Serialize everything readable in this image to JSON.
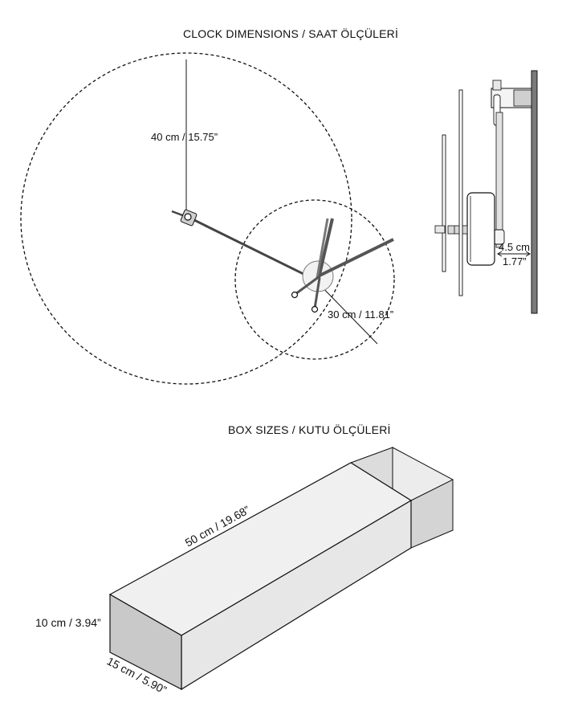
{
  "clock_section": {
    "title": "CLOCK DIMENSIONS / SAAT ÖLÇÜLERİ",
    "large_diameter": "40 cm / 15.75”",
    "small_diameter": "30 cm / 11.81”",
    "depth_cm": "4.5 cm",
    "depth_in": "1.77”"
  },
  "box_section": {
    "title": "BOX SIZES / KUTU ÖLÇÜLERİ",
    "length": "50 cm / 19.68”",
    "height": "10 cm / 3.94”",
    "width": "15 cm / 5.90”"
  },
  "colors": {
    "line": "#111111",
    "hand": "#555555",
    "wall": "#7a7a7a",
    "box_face": "#efefef",
    "box_side": "#e6e6e6",
    "box_end": "#c9c9c9",
    "tray_inner": "#dcdcdc"
  }
}
